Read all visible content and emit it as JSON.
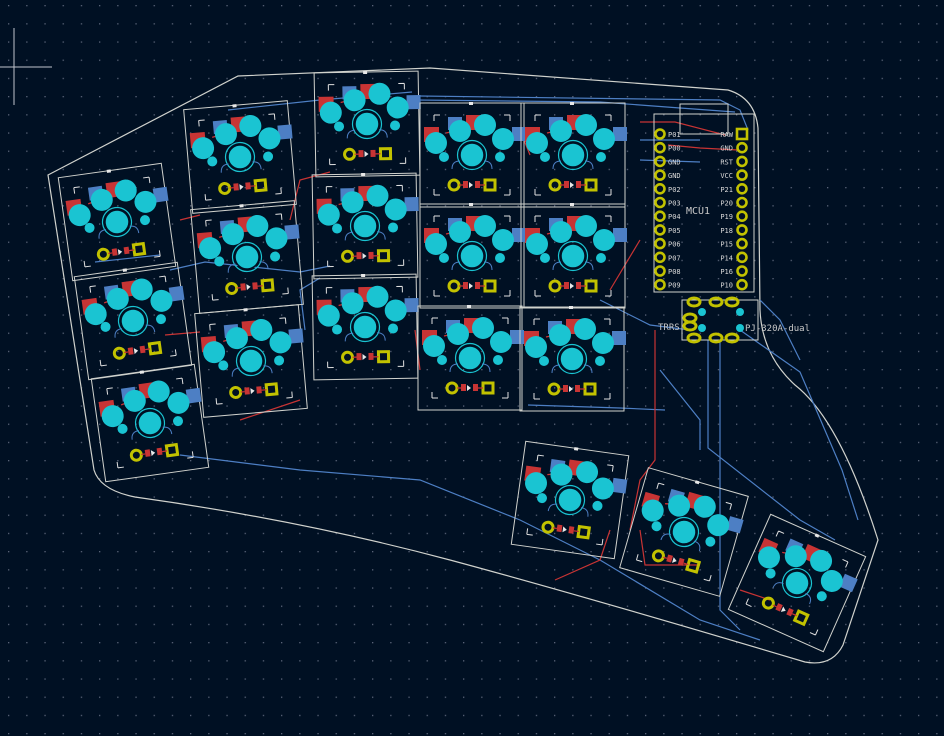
{
  "board": {
    "mcu_ref": "MCU1",
    "trrs_ref": "TRRS",
    "trrs_part": "PJ-320A-dual",
    "left_pins": [
      "P01",
      "P00",
      "GND",
      "GND",
      "P02",
      "P03",
      "P04",
      "P05",
      "P06",
      "P07",
      "P08",
      "P09"
    ],
    "right_pins": [
      "RAW",
      "GND",
      "RST",
      "VCC",
      "P21",
      "P20",
      "P19",
      "P18",
      "P15",
      "P14",
      "P16",
      "P10"
    ]
  },
  "keys": [
    {
      "id": "k0-0",
      "angle": -8
    },
    {
      "id": "k0-1",
      "angle": -8
    },
    {
      "id": "k0-2",
      "angle": -8
    },
    {
      "id": "k1-0",
      "angle": -5
    },
    {
      "id": "k1-1",
      "angle": -5
    },
    {
      "id": "k1-2",
      "angle": -5
    },
    {
      "id": "k2-0",
      "angle": -1
    },
    {
      "id": "k2-1",
      "angle": -1
    },
    {
      "id": "k2-2",
      "angle": -1
    },
    {
      "id": "k3-0",
      "angle": 0
    },
    {
      "id": "k3-1",
      "angle": 0
    },
    {
      "id": "k3-2",
      "angle": 0
    },
    {
      "id": "k4-0",
      "angle": 0
    },
    {
      "id": "k4-1",
      "angle": 0
    },
    {
      "id": "k4-2",
      "angle": 0
    },
    {
      "id": "t-0",
      "angle": 8
    },
    {
      "id": "t-1",
      "angle": 16
    },
    {
      "id": "t-2",
      "angle": 24
    }
  ],
  "colors": {
    "background": "#001023",
    "edge_cuts": "#d0d2cd",
    "front_copper": "#c83434",
    "back_copper": "#4d7fc4",
    "pad_plated": "#c2c200",
    "hole": "#1ac4d2",
    "silkscreen": "#e8e8e8"
  }
}
